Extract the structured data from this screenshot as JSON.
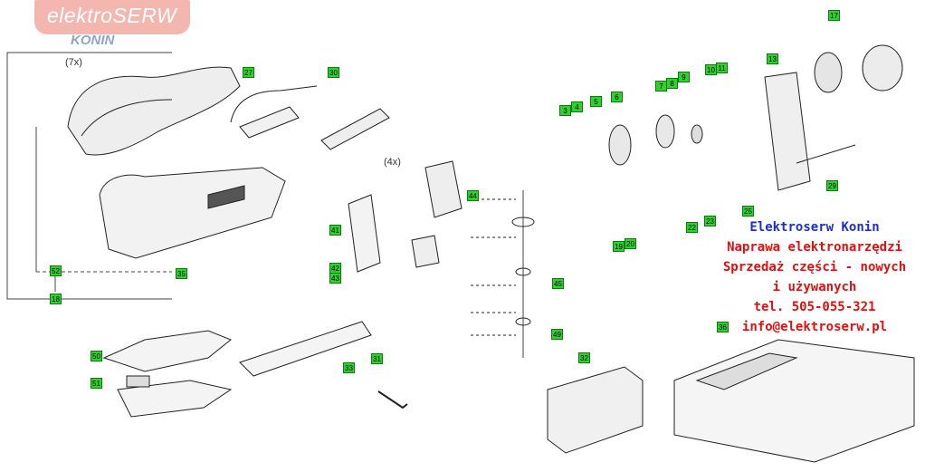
{
  "logo": {
    "main": "elektroSERW",
    "sub": "KONIN"
  },
  "multipliers": {
    "top": "(7x)",
    "mid": "(4x)"
  },
  "contact": {
    "title": "Elektroserw Konin",
    "lines": [
      "Naprawa elektronarzędzi",
      "Sprzedaż części - nowych",
      "i używanych",
      "tel. 505-055-321",
      "info@elektroserw.pl"
    ]
  },
  "part_numbers": [
    "27",
    "30",
    "17",
    "13",
    "4",
    "3",
    "5",
    "6",
    "7",
    "8",
    "9",
    "10",
    "11",
    "44",
    "41",
    "42",
    "43",
    "19",
    "20",
    "22",
    "23",
    "25",
    "29",
    "52",
    "35",
    "18",
    "45",
    "50",
    "51",
    "33",
    "31",
    "49",
    "32",
    "36"
  ],
  "colors": {
    "tag_fill": "#2fd12f",
    "title_blue": "#1b2fd0",
    "text_red": "#e01010",
    "logo_pink": "#f3b7b0",
    "logo_blue": "#8da3d6"
  }
}
